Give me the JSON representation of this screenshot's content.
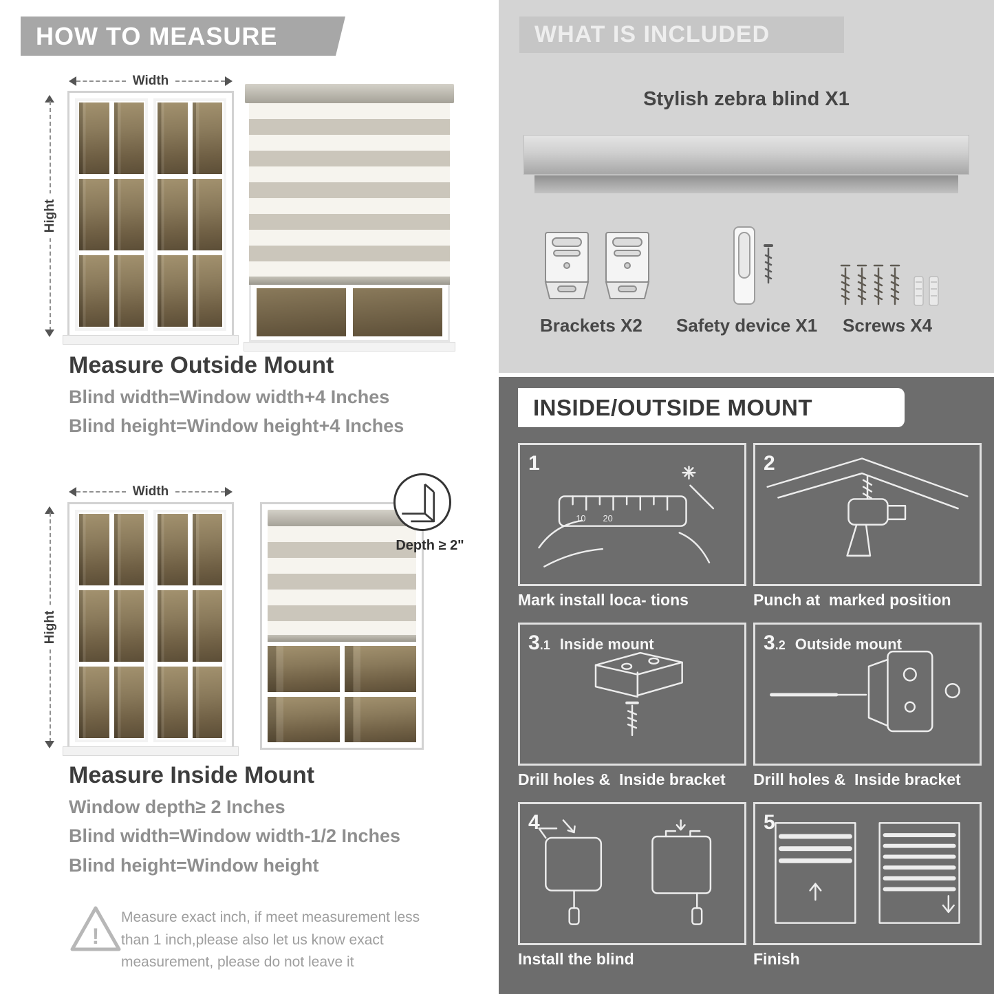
{
  "left": {
    "banner": "HOW TO MEASURE",
    "fig_outside": {
      "width_label": "Width",
      "height_label": "Hight"
    },
    "outside": {
      "title": "Measure Outside Mount",
      "line1": "Blind width=Window width+4 Inches",
      "line2": "Blind height=Window height+4 Inches"
    },
    "fig_inside": {
      "width_label": "Width",
      "height_label": "Hight",
      "depth_label": "Depth ≥ 2\""
    },
    "inside": {
      "title": "Measure Inside Mount",
      "line1": "Window depth≥ 2 Inches",
      "line2": "Blind width=Window width-1/2 Inches",
      "line3": "Blind height=Window height"
    },
    "note": {
      "line1": "Measure exact inch, if meet measurement less",
      "line2": "than 1 inch,please also let us know exact",
      "line3": "measurement, please do not leave it"
    }
  },
  "right": {
    "included": {
      "banner": "WHAT IS INCLUDED",
      "product": "Stylish zebra blind X1",
      "items": [
        {
          "label": "Brackets X2"
        },
        {
          "label": "Safety device X1"
        },
        {
          "label": "Screws X4"
        }
      ]
    },
    "mount": {
      "title": "INSIDE/OUTSIDE MOUNT",
      "steps": [
        {
          "num": "1",
          "sub": "",
          "label": "",
          "caption": "Mark install loca- tions",
          "ruler_marks": [
            "10",
            "20"
          ]
        },
        {
          "num": "2",
          "sub": "",
          "label": "",
          "caption": "Punch at  marked position"
        },
        {
          "num": "3",
          "sub": ".1",
          "label": "Inside mount",
          "caption": "Drill holes &  Inside bracket"
        },
        {
          "num": "3",
          "sub": ".2",
          "label": "Outside mount",
          "caption": "Drill holes &  Inside bracket"
        },
        {
          "num": "4",
          "sub": "",
          "label": "",
          "caption": "Install the blind"
        },
        {
          "num": "5",
          "sub": "",
          "label": "",
          "caption": "Finish"
        }
      ]
    }
  },
  "colors": {
    "light_panel": "#d4d4d4",
    "dark_panel": "#6d6d6d",
    "banner_gray": "#a7a7a7",
    "included_banner": "#c6c6c6",
    "stripe_gray": "#cbc6bb",
    "stripe_sheer": "#f6f4ee",
    "heading_text": "#3d3d3d",
    "body_text_gray": "#8f8f8f"
  }
}
